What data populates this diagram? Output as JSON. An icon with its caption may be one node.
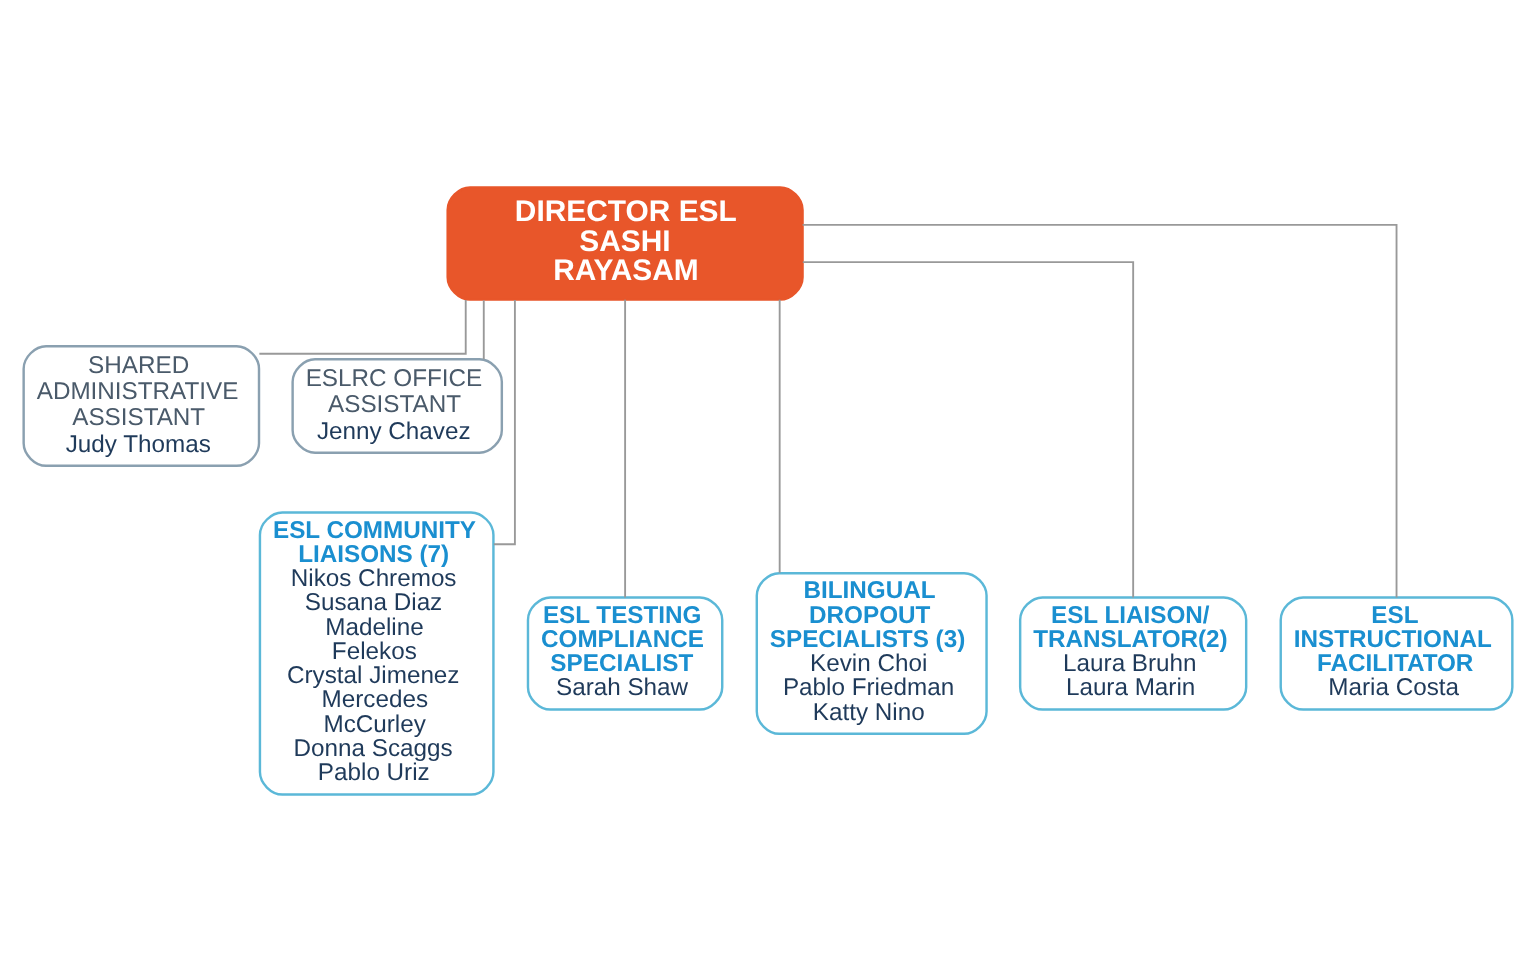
{
  "diagram": {
    "nodes": [
      {
        "text": [
          "DIRECTOR ESL",
          "SASHI RAYASAM"
        ]
      },
      {
        "text": [
          "SHARED ADMINISTRATIVE ASSISTANT",
          "Judy Thomas"
        ]
      },
      {
        "text": [
          "ESLRC OFFICE ASSISTANT",
          "Jenny Chavez"
        ]
      },
      {
        "text": [
          "ESL COMMUNITY LIAISONS (7)",
          "Nikos Chremos",
          "Susana Diaz",
          "Madeline Felekos",
          "Crystal Jimenez",
          "Mercedes McCurley",
          "Donna Scaggs",
          "Pablo Uriz"
        ]
      },
      {
        "text": [
          "ESL TESTING COMPLIANCE SPECIALIST",
          "Sarah Shaw"
        ]
      },
      {
        "text": [
          "BILINGUAL DROPOUT SPECIALISTS (3)",
          "Kevin Choi",
          "Pablo Friedman",
          "Katty Nino"
        ]
      },
      {
        "text": [
          "ESL LIAISON/ TRANSLATOR(2)",
          "Laura Bruhn",
          "Laura Marin"
        ]
      },
      {
        "text": [
          "ESL INSTRUCTIONAL FACILITATOR",
          "Maria Costa"
        ]
      }
    ],
    "edges": [
      {
        "from": 0,
        "to": 1,
        "arrow": "none"
      },
      {
        "from": 0,
        "to": 2,
        "arrow": "none"
      },
      {
        "from": 0,
        "to": 3,
        "arrow": "none"
      },
      {
        "from": 0,
        "to": 4,
        "arrow": "none"
      },
      {
        "from": 0,
        "to": 5,
        "arrow": "none"
      },
      {
        "from": 0,
        "to": 6,
        "arrow": "none"
      },
      {
        "from": 0,
        "to": 7,
        "arrow": "none"
      }
    ]
  }
}
